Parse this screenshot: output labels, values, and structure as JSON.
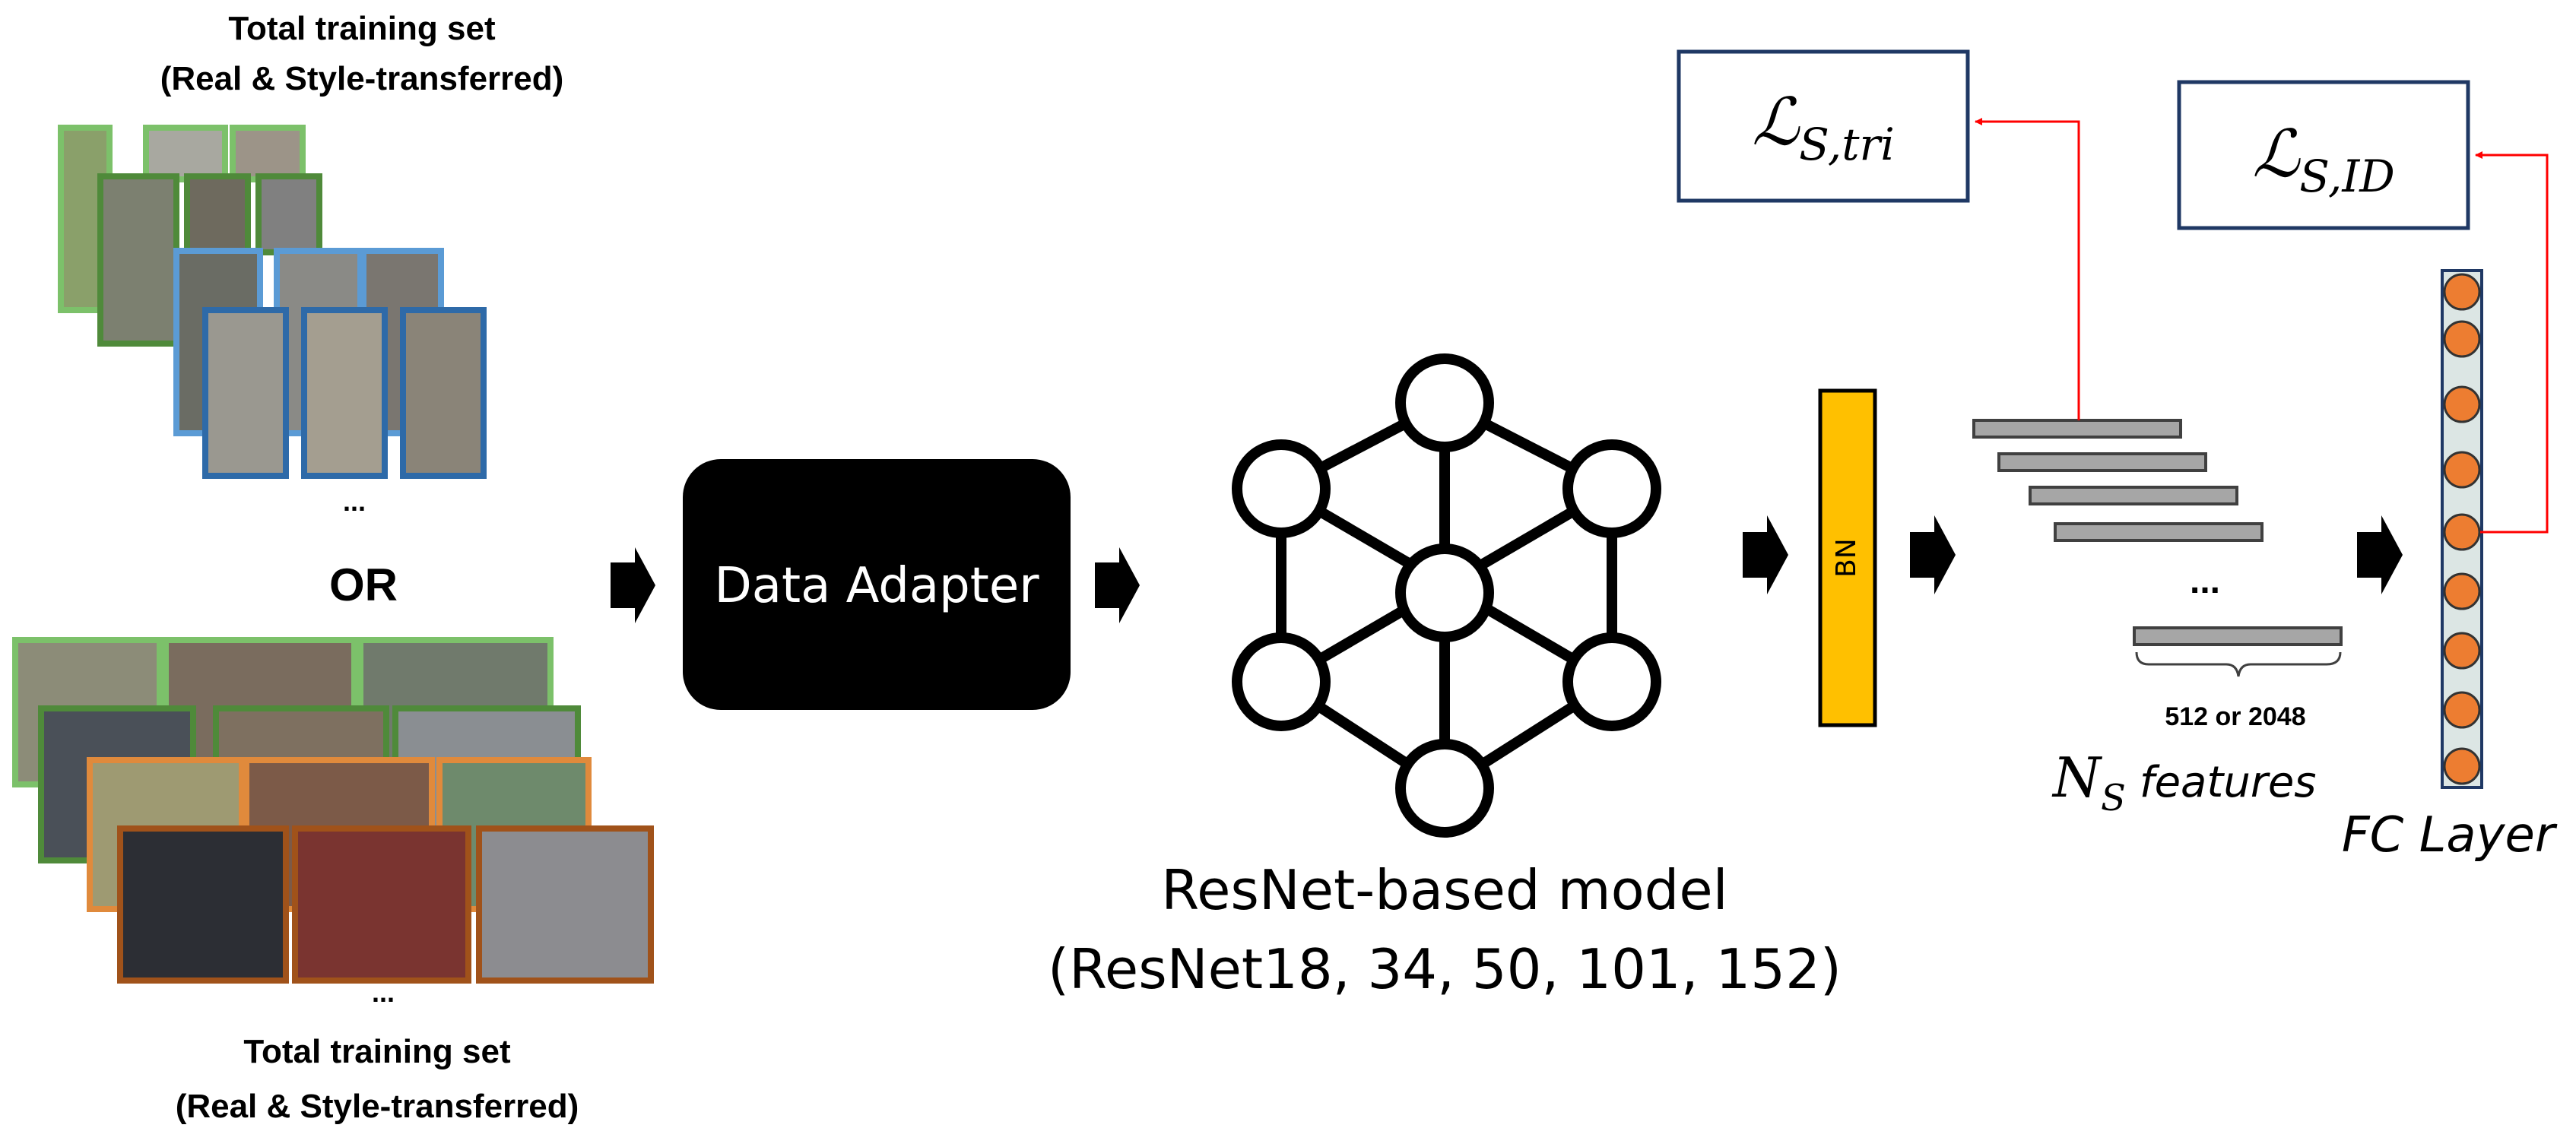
{
  "person_set": {
    "caption_line1": "Total training set",
    "caption_line2": "(Real & Style-transferred)",
    "ellipsis": "..."
  },
  "or_label": "OR",
  "vehicle_set": {
    "caption_line1": "Total training set",
    "caption_line2": "(Real & Style-transferred)",
    "ellipsis": "..."
  },
  "data_adapter": {
    "label": "Data Adapter"
  },
  "model": {
    "label_line1": "ResNet-based model",
    "label_line2": "(ResNet18, 34, 50, 101, 152)"
  },
  "bn": {
    "label": "BN"
  },
  "features": {
    "ellipsis": "...",
    "size_label": "512 or 2048",
    "count_label": {
      "symbol": "N",
      "subscript": "S",
      "text": "features"
    }
  },
  "fc_layer": {
    "label": "FC Layer"
  },
  "loss_tri": {
    "symbol": "ℒ",
    "subscript": "S,tri"
  },
  "loss_id": {
    "symbol": "ℒ",
    "subscript": "S,ID"
  },
  "colors": {
    "person_frames": [
      "#7cc16a",
      "#4f8a3a",
      "#5b9bd5",
      "#2e6aa8"
    ],
    "vehicle_frames": [
      "#7cc16a",
      "#4f8a3a",
      "#e08a3c",
      "#a0521a"
    ],
    "adapter_fill": "#000000",
    "bn_fill": "#ffc000",
    "feature_bar": "#a6a6a6",
    "fc_node": "#ed7d31",
    "fc_column": "#dce6e4",
    "loss_border": "#1f3864",
    "loss_arrow": "#ff0000"
  }
}
